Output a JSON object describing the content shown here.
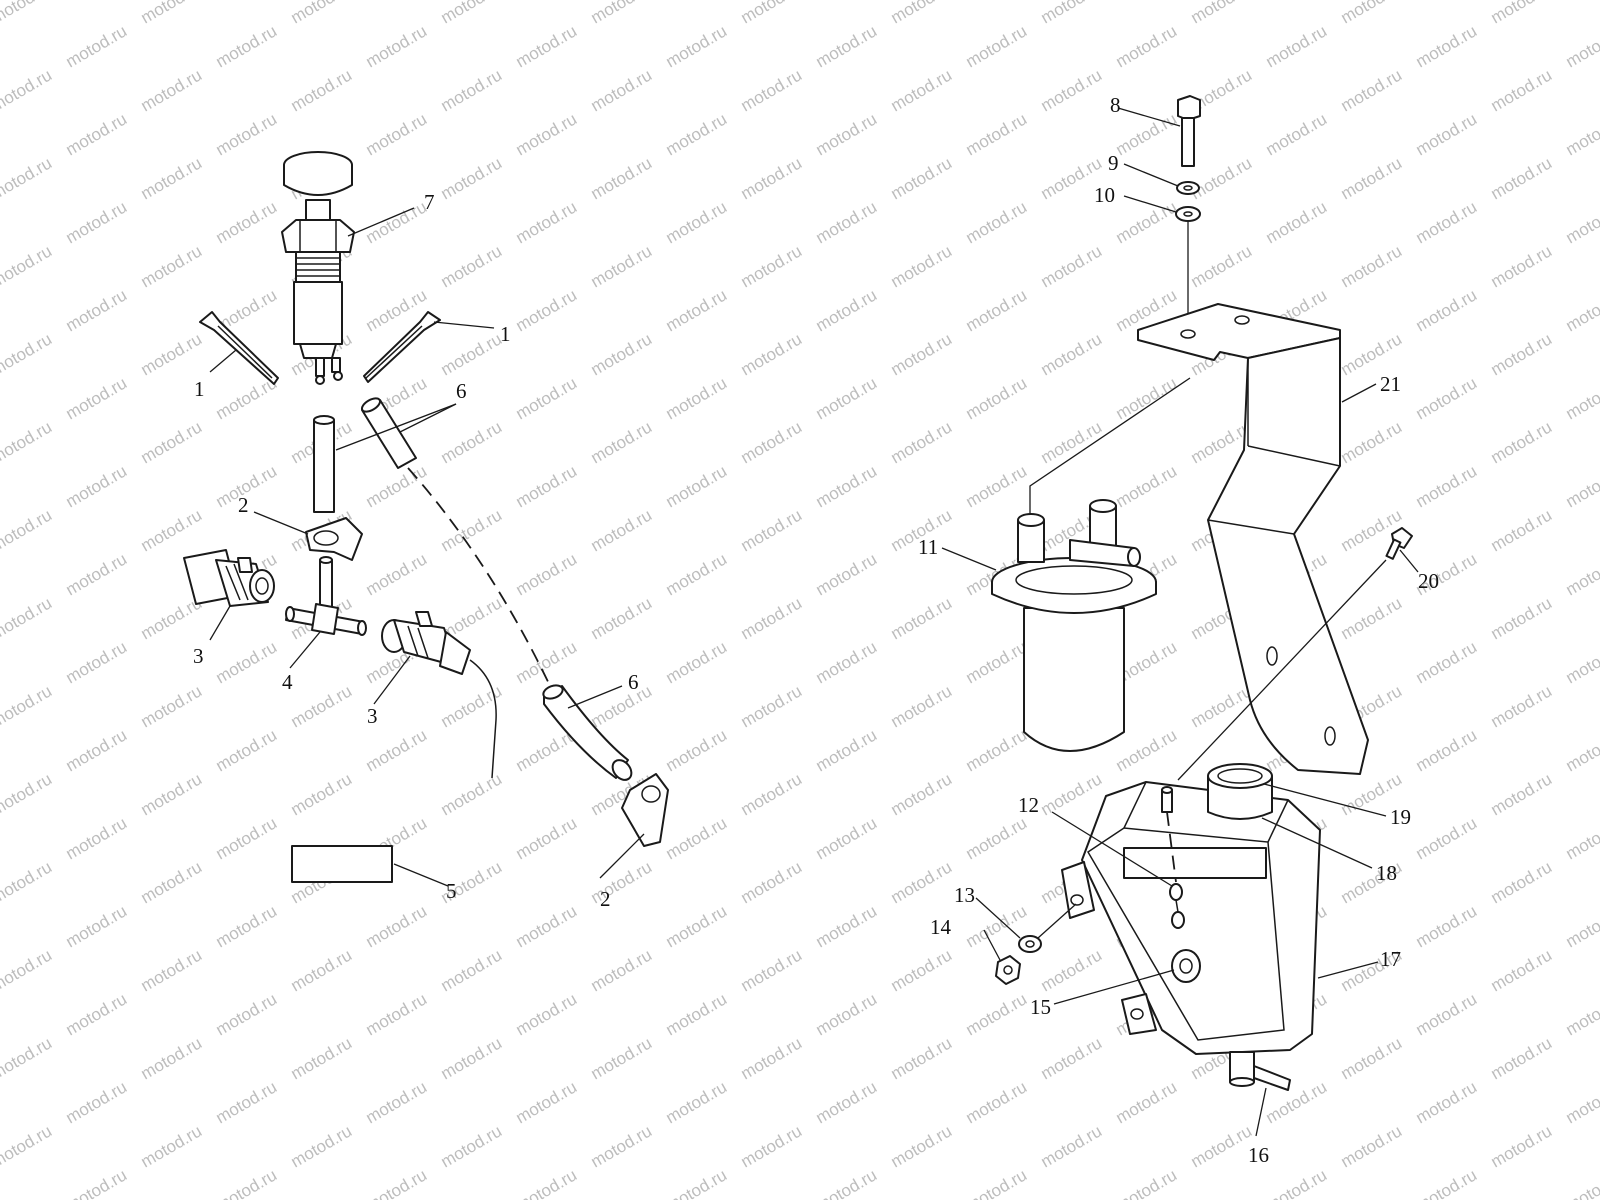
{
  "watermark": "motod.ru",
  "colors": {
    "ink": "#1a1a1a",
    "watermark": "#bdbdbd",
    "background": "#ffffff"
  },
  "callouts": {
    "c1a": "1",
    "c1b": "1",
    "c2a": "2",
    "c2b": "2",
    "c3a": "3",
    "c3b": "3",
    "c4": "4",
    "c5": "5",
    "c6a": "6",
    "c6b": "6",
    "c7": "7",
    "c8": "8",
    "c9": "9",
    "c10": "10",
    "c11": "11",
    "c12": "12",
    "c13": "13",
    "c14": "14",
    "c15": "15",
    "c16": "16",
    "c17": "17",
    "c18": "18",
    "c19": "19",
    "c20": "20",
    "c21": "21"
  }
}
